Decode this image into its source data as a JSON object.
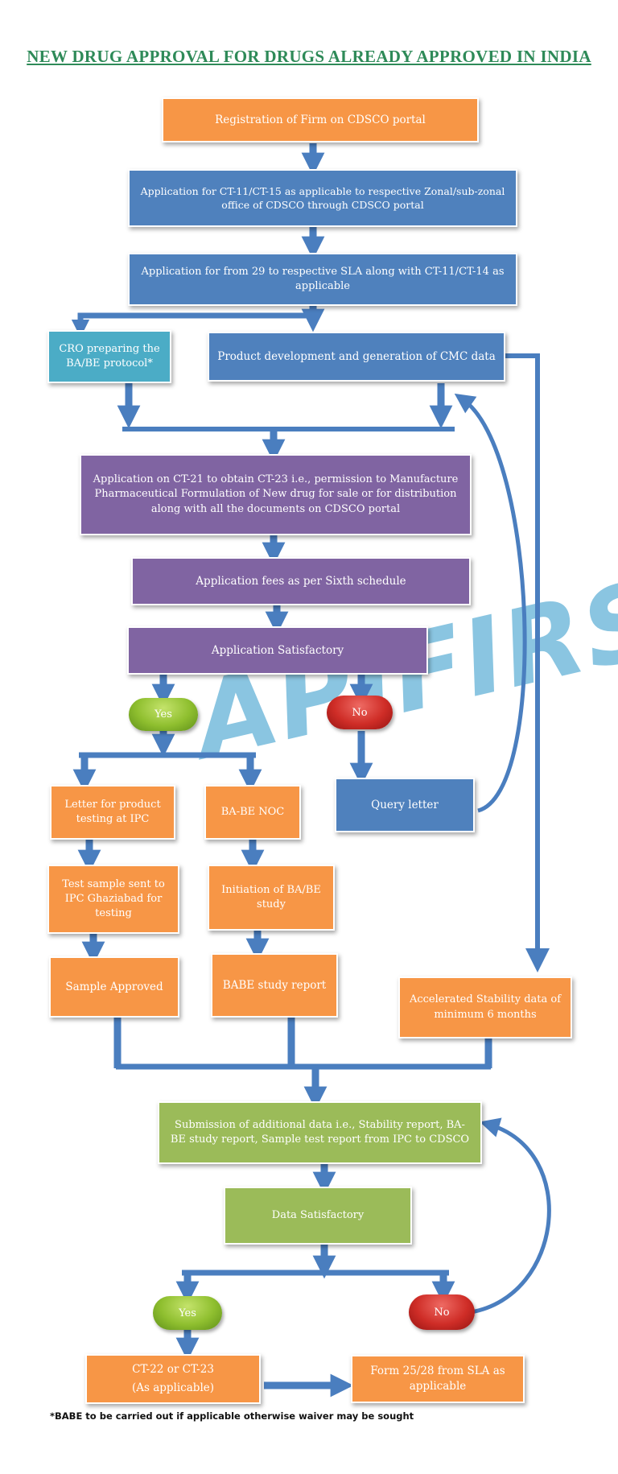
{
  "title": "NEW DRUG APPROVAL FOR DRUGS ALREADY APPROVED IN INDIA",
  "watermark": "APIFIRST",
  "steps": {
    "registration": "Registration of Firm on CDSCO portal",
    "application_ct11": "Application for CT-11/CT-15 as applicable to respective Zonal/sub-zonal office of CDSCO through CDSCO portal",
    "application_form29": "Application for from 29 to respective SLA along with CT-11/CT-14 as applicable",
    "cro_protocol": "CRO preparing the BA/BE protocol*",
    "product_development": "Product development and generation of CMC data",
    "application_ct21": "Application on CT-21 to obtain CT-23 i.e., permission to Manufacture Pharmaceutical Formulation of New drug for sale or for distribution along with all the documents on CDSCO portal",
    "application_fees": "Application fees as per Sixth schedule",
    "application_satisfactory": "Application Satisfactory",
    "yes_1": "Yes",
    "no_1": "No",
    "query_letter": "Query letter",
    "letter_product_testing": "Letter for product testing at IPC",
    "babe_noc": "BA-BE NOC",
    "test_sample": "Test sample sent to IPC Ghaziabad for testing",
    "initiation_babe": "Initiation of BA/BE study",
    "sample_approved": "Sample Approved",
    "babe_report": "BABE study report",
    "accelerated_stability": "Accelerated Stability data of minimum 6 months",
    "submission_additional": "Submission of additional data i.e., Stability report, BA-BE study report, Sample test report from IPC to CDSCO",
    "data_satisfactory": "Data Satisfactory",
    "yes_2": "Yes",
    "no_2": "No",
    "ct22_line1": "CT-22 or CT-23",
    "ct22_line2": "(As applicable)",
    "form_25_28": "Form 25/28 from SLA as applicable"
  },
  "footnote": "*BABE to be carried out if applicable otherwise waiver may be sought",
  "colors": {
    "title": "#2e8a58",
    "orange": "#f79646",
    "blue": "#4f81bd",
    "cyan": "#4bacc6",
    "purple": "#8064a2",
    "green": "#9bbb59",
    "yes": "#8fbf2f",
    "no": "#cf2d27",
    "connector": "#4a7ebf"
  }
}
